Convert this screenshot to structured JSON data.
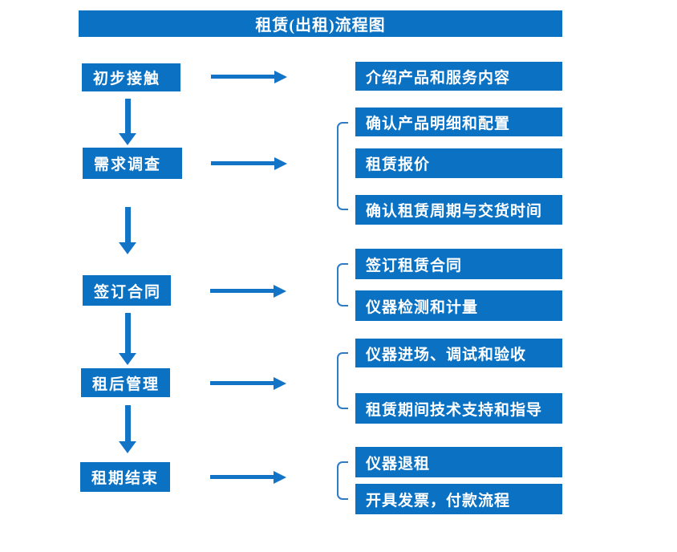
{
  "title": "租赁(出租)流程图",
  "colors": {
    "primary_blue": "#0b71c3",
    "arrow_blue": "#1273c7",
    "bracket_blue": "#2e7bc6",
    "text_white": "#ffffff",
    "background": "#ffffff"
  },
  "flow": {
    "stages": [
      {
        "label": "初步接触",
        "outputs": [
          "介绍产品和服务内容"
        ]
      },
      {
        "label": "需求调查",
        "outputs": [
          "确认产品明细和配置",
          "租赁报价",
          "确认租赁周期与交货时间"
        ]
      },
      {
        "label": "签订合同",
        "outputs": [
          "签订租赁合同",
          "仪器检测和计量"
        ]
      },
      {
        "label": "租后管理",
        "outputs": [
          "仪器进场、调试和验收",
          "租赁期间技术支持和指导"
        ]
      },
      {
        "label": "租期结束",
        "outputs": [
          "仪器退租",
          "开具发票，付款流程"
        ]
      }
    ]
  }
}
